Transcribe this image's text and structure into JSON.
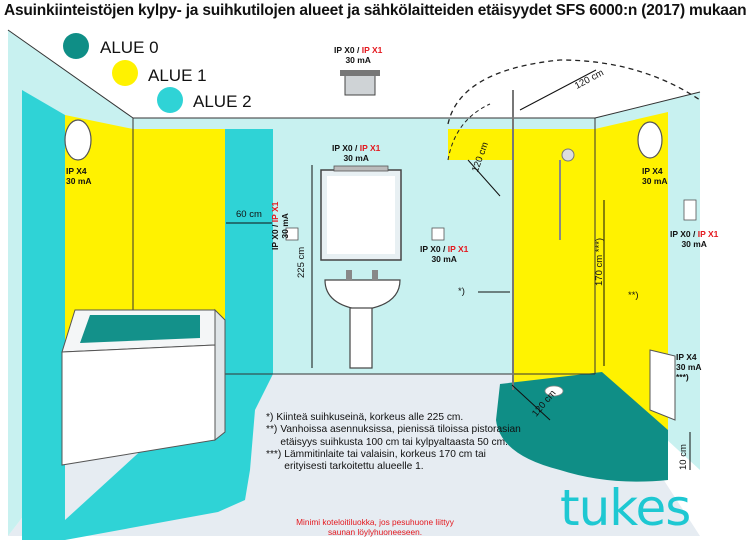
{
  "title": "Asuinkiinteistöjen kylpy- ja suihkutilojen alueet ja sähkölaitteiden etäisyydet SFS 6000:n (2017) mukaan",
  "legend": [
    {
      "label": "ALUE 0",
      "color": "#0f8e86"
    },
    {
      "label": "ALUE 1",
      "color": "#fff200"
    },
    {
      "label": "ALUE 2",
      "color": "#2fd3d6"
    }
  ],
  "colors": {
    "zone0": "#0f8e86",
    "zone1": "#fff200",
    "zone2": "#2fd3d6",
    "wall": "#c8f1f0",
    "floor": "#e6ecf2",
    "red": "#e4181e",
    "logo": "#1ec8d2"
  },
  "ratings": {
    "ceiling_light": {
      "ip_a": "IP X0",
      "sep": "/",
      "ip_b": "IP X1",
      "ma": "30 mA"
    },
    "mirror_light": {
      "ip_a": "IP X0",
      "sep": "/",
      "ip_b": "IP X1",
      "ma": "30 mA"
    },
    "left_lamp": {
      "ip": "IP X4",
      "ma": "30 mA"
    },
    "right_lamp": {
      "ip": "IP X4",
      "ma": "30 mA"
    },
    "left_socket": {
      "ip_a": "IP X0",
      "sep": "/",
      "ip_b": "IP X1",
      "ma": "30 mA"
    },
    "mid_socket": {
      "ip_a": "IP X0",
      "sep": "/",
      "ip_b": "IP X1",
      "ma": "30 mA"
    },
    "right_socket": {
      "ip_a": "IP X0",
      "sep": "/",
      "ip_b": "IP X1",
      "ma": "30 mA"
    },
    "heater": {
      "ip": "IP X4",
      "ma": "30 mA",
      "mark": "***)"
    }
  },
  "dimensions": {
    "d60": "60 cm",
    "d225": "225 cm",
    "d120a": "120 cm",
    "d120b": "120 cm",
    "d120c": "120 cm",
    "d170": "170 cm",
    "d170_mark": "***)",
    "d10": "10 cm"
  },
  "markers": {
    "star1": "*)",
    "star2": "**)"
  },
  "notes": [
    {
      "mark": "*)",
      "text": "Kiinteä suihkuseinä, korkeus alle 225 cm."
    },
    {
      "mark": "**)",
      "text": "Vanhoissa asennuksissa, pienissä tiloissa pistorasian etäisyys suihkusta 100 cm tai kylpyaltaasta 50 cm."
    },
    {
      "mark": "***)",
      "text": "Lämmitinlaite tai valaisin, korkeus 170 cm tai erityisesti tarkoitettu alueelle 1."
    }
  ],
  "footnote": "Minimi koteloitiluokka, jos pesuhuone liittyy saunan löylyhuoneeseen.",
  "logo": "tukes"
}
